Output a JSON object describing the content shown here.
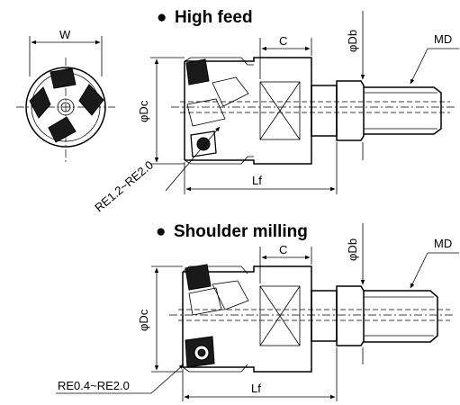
{
  "high_feed": {
    "title": "High feed",
    "bullet": "●",
    "dim_w": "W",
    "dim_c": "C",
    "dim_db": "φDb",
    "dim_dc": "φDc",
    "dim_lf": "Lf",
    "dim_md": "MD",
    "corner_radius": "RE1.2~RE2.0"
  },
  "shoulder_milling": {
    "title": "Shoulder milling",
    "bullet": "●",
    "dim_c": "C",
    "dim_db": "φDb",
    "dim_dc": "φDc",
    "dim_lf": "Lf",
    "dim_md": "MD",
    "corner_radius": "RE0.4~RE2.0"
  }
}
